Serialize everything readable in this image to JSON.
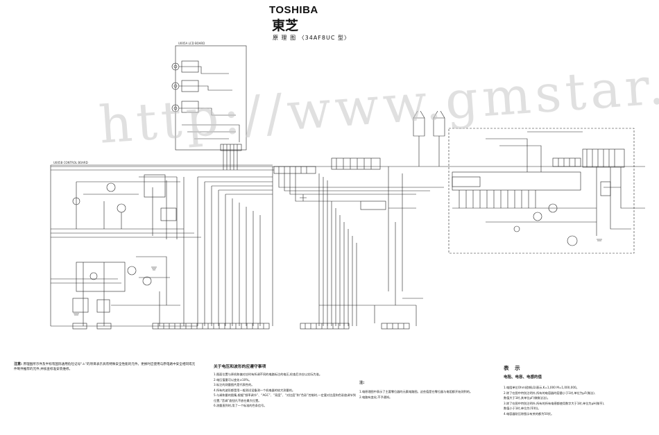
{
  "header": {
    "brand": "TOSHIBA",
    "brand_cn": "東芝",
    "subtitle": "原 理 图 〈34AF8UC 型〉"
  },
  "watermark": "http://www.gmstar.com",
  "boards": {
    "lcd_board": "U005A   LCD BOARD",
    "control_board": "U005B   CONTROL BOARD"
  },
  "notes": {
    "left_prefix": "注意:",
    "left_text": "原理图所示件及半标有国际通用危险记号“⚠”的项目表示具有特殊安全性能的元件。更换时应使用与原电路中安全相同或元件制件推荐的元件,并核查标准安装维修。",
    "voltage_title": "关于电压和波形的应遵守事项",
    "voltage_items": [
      "1.图面位置与原机和偏对应时有所调不同的电路标注的电压,检查后亦应以实际为准。",
      "2.电压值量可以变化±10%。",
      "3.标注的测量图片是代表性的。",
      "4.所有的波形都是用一般测试设备测一个机电器的较大测量的。",
      "5.与调和量的图集,根据“频率调节”、“AGC”、“亮度”、“对比度”和“色彩”控制时,一定要对比度和色彩旋调节到位置,“音调”旋钮凡不放在最大位置。",
      "6.测量直到时,用了一个标准的色条信号。"
    ],
    "mid_heading": "注:",
    "mid_items": [
      "1.电原理图中表示了主要零位器的元素电路图。这些值是在零位器与电阻都开始测到的。",
      "2.电路有变化,不予通知。"
    ]
  },
  "legend": {
    "title": "表 示",
    "subtitle": "电阻、电容、电感的值",
    "items": [
      "1.电阻单位Ohm(欧姆,Ω)表示,K=1,000 M=1,000,000。",
      "2.除了在图中特别注明外,所有的电容器的容量小于1时,单位为μF(微法),",
      "   数值大于1时,其单位pF(微微法法)。",
      "3.除了在图中特别注明外,所有的所有电感都使用数字大于1时,单位为μH(微亨),",
      "   数值小于1时,单位为(亨利)。",
      "4.电容器耐压除图示有关的都为50伏。"
    ]
  }
}
